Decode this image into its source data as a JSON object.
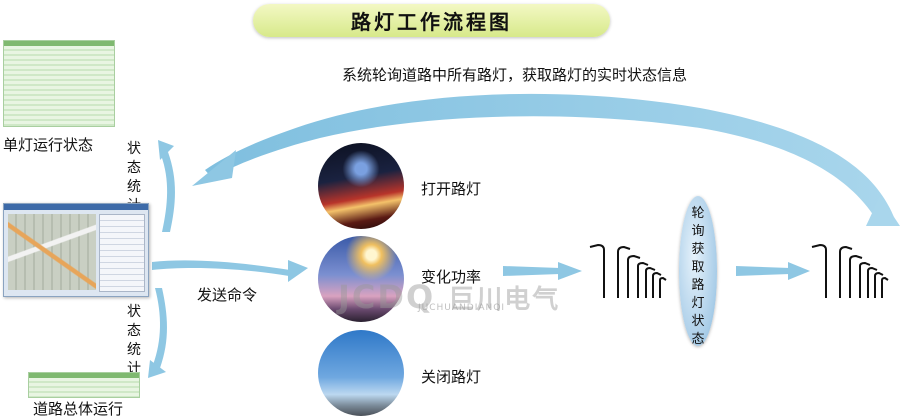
{
  "title": "路灯工作流程图",
  "polling_description": "系统轮询道路中所有路灯，获取路灯的实时状态信息",
  "left_column": {
    "single_lamp_label": "单灯运行状态",
    "stat_label_top": "状态统计",
    "stat_label_bottom": "状态统计",
    "road_overall_label": "道路总体运行",
    "send_command_label": "发送命令"
  },
  "actions": [
    {
      "label": "打开路灯",
      "photo": "city-night-traffic"
    },
    {
      "label": "变化功率",
      "photo": "street-lamp-dusk"
    },
    {
      "label": "关闭路灯",
      "photo": "solar-street-lamp-daytime"
    }
  ],
  "polling_node_label": "轮询获取路灯状态",
  "watermark": {
    "text": "巨川电气",
    "sub": "JUCHUANDIANQI",
    "logo": "JCDQ"
  },
  "colors": {
    "arrow": "#8ec7e3",
    "title_pill": "#dce98c",
    "lamp": "#111111"
  }
}
